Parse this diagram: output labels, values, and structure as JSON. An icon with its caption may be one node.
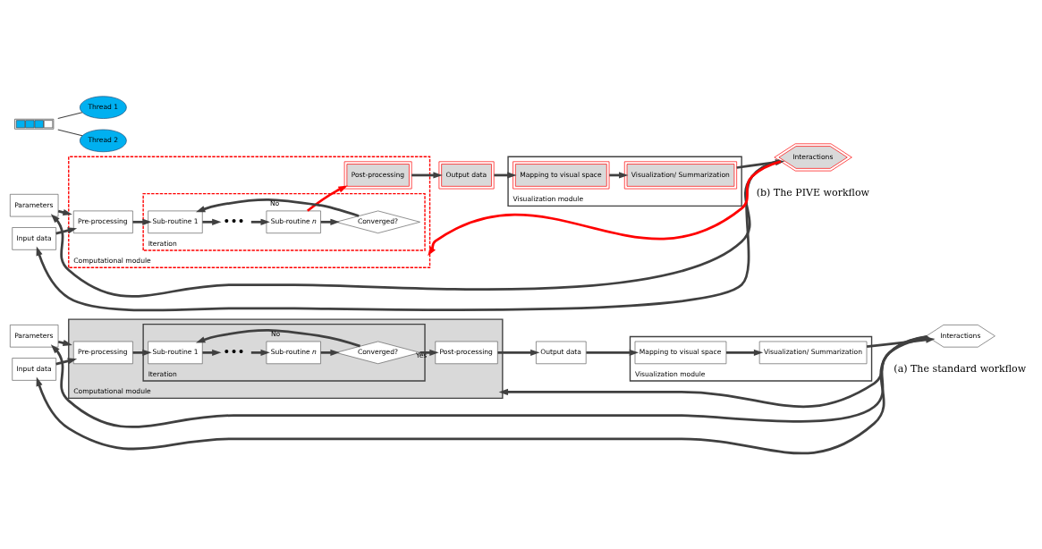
{
  "diagram": {
    "nodes": [
      {
        "text": [
          "Parameters"
        ]
      },
      {
        "text": [
          "Input data"
        ]
      },
      {
        "text": [
          "Computational module"
        ]
      },
      {
        "text": [
          "Pre-processing"
        ],
        "in": 2
      },
      {
        "text": [
          "Iteration"
        ],
        "in": 2
      },
      {
        "text": [
          "Sub-routine 1"
        ],
        "in": 4
      },
      {
        "text": [
          "•••"
        ],
        "in": 4
      },
      {
        "text": [
          "Sub-routine *n*"
        ],
        "in": 4
      },
      {
        "text": [
          "Converged?"
        ],
        "in": 4
      },
      {
        "text": [
          "Post-processing"
        ],
        "in": 2
      },
      {
        "text": [
          "Output data"
        ]
      },
      {
        "text": [
          "Visualization module"
        ]
      },
      {
        "text": [
          "Mapping to visual space"
        ],
        "in": 11
      },
      {
        "text": [
          "Visualization/ Summarization"
        ],
        "in": 11
      },
      {
        "text": [
          "Interactions"
        ]
      },
      {
        "text": [
          "Parameters"
        ]
      },
      {
        "text": [
          "Input data"
        ]
      },
      {
        "text": [
          "Computational module"
        ]
      },
      {
        "text": [
          "Pre-processing"
        ],
        "in": 17
      },
      {
        "text": [
          "Iteration"
        ],
        "in": 17
      },
      {
        "text": [
          "Sub-routine 1"
        ],
        "in": 19
      },
      {
        "text": [
          "•••"
        ],
        "in": 19
      },
      {
        "text": [
          "Sub-routine *n*"
        ],
        "in": 19
      },
      {
        "text": [
          "Converged?"
        ],
        "in": 19
      },
      {
        "text": [
          "Post-processing"
        ],
        "in": 17
      },
      {
        "text": [
          "Output data"
        ]
      },
      {
        "text": [
          "Visualization module"
        ]
      },
      {
        "text": [
          "Mapping to visual space"
        ],
        "in": 26
      },
      {
        "text": [
          "Visualization/ Summarization"
        ],
        "in": 26
      },
      {
        "text": [
          "Interactions"
        ]
      },
      {
        "text": [],
        "shape": "bar"
      },
      {
        "text": [
          "Thread 1"
        ]
      },
      {
        "text": [
          "Thread 2"
        ]
      }
    ],
    "edges": [
      {
        "from": 0,
        "to": 2,
        "arrow": "to"
      },
      {
        "from": 1,
        "to": 3,
        "arrow": "to"
      },
      {
        "from": 3,
        "to": 5,
        "arrow": "to"
      },
      {
        "from": 5,
        "to": 6,
        "arrow": "to"
      },
      {
        "from": 6,
        "to": 7,
        "arrow": "to"
      },
      {
        "from": 7,
        "to": 8,
        "arrow": "to"
      },
      {
        "from": 8,
        "to": 5,
        "arrow": "to",
        "label": "No"
      },
      {
        "from": 8,
        "to": 9,
        "arrow": "to",
        "label": "Yes"
      },
      {
        "from": 9,
        "to": 10,
        "arrow": "to"
      },
      {
        "from": 10,
        "to": 12,
        "arrow": "to"
      },
      {
        "from": 12,
        "to": 13,
        "arrow": "to"
      },
      {
        "from": 13,
        "to": 14,
        "arrow": "to"
      },
      {
        "from": 14,
        "to": 1,
        "arrow": "to"
      },
      {
        "from": 14,
        "to": 0,
        "arrow": "to"
      },
      {
        "from": 14,
        "to": 2,
        "arrow": "to"
      },
      {
        "from": 15,
        "to": 17,
        "arrow": "to"
      },
      {
        "from": 16,
        "to": 18,
        "arrow": "to"
      },
      {
        "from": 18,
        "to": 20,
        "arrow": "to"
      },
      {
        "from": 20,
        "to": 21,
        "arrow": "to"
      },
      {
        "from": 21,
        "to": 22,
        "arrow": "to"
      },
      {
        "from": 22,
        "to": 24,
        "arrow": "to",
        "color": "#ff0000"
      },
      {
        "from": 22,
        "to": 23,
        "arrow": "to"
      },
      {
        "from": 23,
        "to": 20,
        "arrow": "to",
        "label": "No"
      },
      {
        "from": 24,
        "to": 25,
        "arrow": "to"
      },
      {
        "from": 25,
        "to": 27,
        "arrow": "to"
      },
      {
        "from": 27,
        "to": 28,
        "arrow": "to"
      },
      {
        "from": 28,
        "to": 29,
        "arrow": "to"
      },
      {
        "from": 29,
        "to": 16,
        "arrow": "to"
      },
      {
        "from": 29,
        "to": 15,
        "arrow": "to"
      },
      {
        "from": 29,
        "to": 17,
        "arrow": "to",
        "color": "#ff0000"
      },
      {
        "from": 30,
        "to": 31,
        "arrow": "none"
      },
      {
        "from": 30,
        "to": 32,
        "arrow": "none"
      }
    ],
    "labels": [
      "(a) The standard workflow",
      "(b) The PIVE workflow"
    ]
  }
}
